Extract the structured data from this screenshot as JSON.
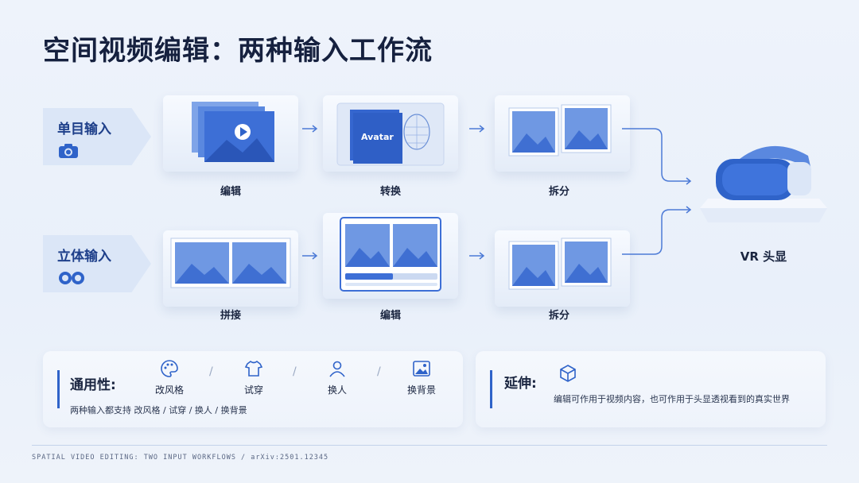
{
  "title": "空间视频编辑：两种输入工作流",
  "rows": {
    "mono": {
      "label": "单目输入",
      "icon": "camera-icon"
    },
    "stereo": {
      "label": "立体输入",
      "icon": "stereo-lens-icon"
    }
  },
  "mono_steps": [
    {
      "caption": "编辑",
      "icon": "video-edit-icon"
    },
    {
      "caption": "转换",
      "icon": "avatar-conversion-icon",
      "card_text": "Avatar"
    },
    {
      "caption": "拆分",
      "icon": "split-frames-icon"
    }
  ],
  "stereo_steps": [
    {
      "caption": "拼接",
      "icon": "stitch-frames-icon"
    },
    {
      "caption": "编辑",
      "icon": "video-editor-icon"
    },
    {
      "caption": "拆分",
      "icon": "split-frames-icon"
    }
  ],
  "output": {
    "caption": "VR 头显",
    "icon": "vr-headset-icon"
  },
  "generality": {
    "heading": "通用性:",
    "features": [
      {
        "label": "改风格",
        "icon": "palette-icon"
      },
      {
        "label": "试穿",
        "icon": "tshirt-icon"
      },
      {
        "label": "换人",
        "icon": "person-icon"
      },
      {
        "label": "换背景",
        "icon": "image-icon"
      }
    ],
    "note": "两种输入都支持 改风格 / 试穿 / 换人 / 换背景"
  },
  "extension": {
    "heading": "延伸:",
    "icon": "cube-icon",
    "note": "编辑可作用于视频内容，也可作用于头显透视看到的真实世界"
  },
  "footer": "SPATIAL VIDEO EDITING: TWO INPUT WORKFLOWS  /  arXiv:2501.12345",
  "colors": {
    "accent": "#2f63c9",
    "dark": "#16213f",
    "light_blue": "#dbe6f7"
  }
}
